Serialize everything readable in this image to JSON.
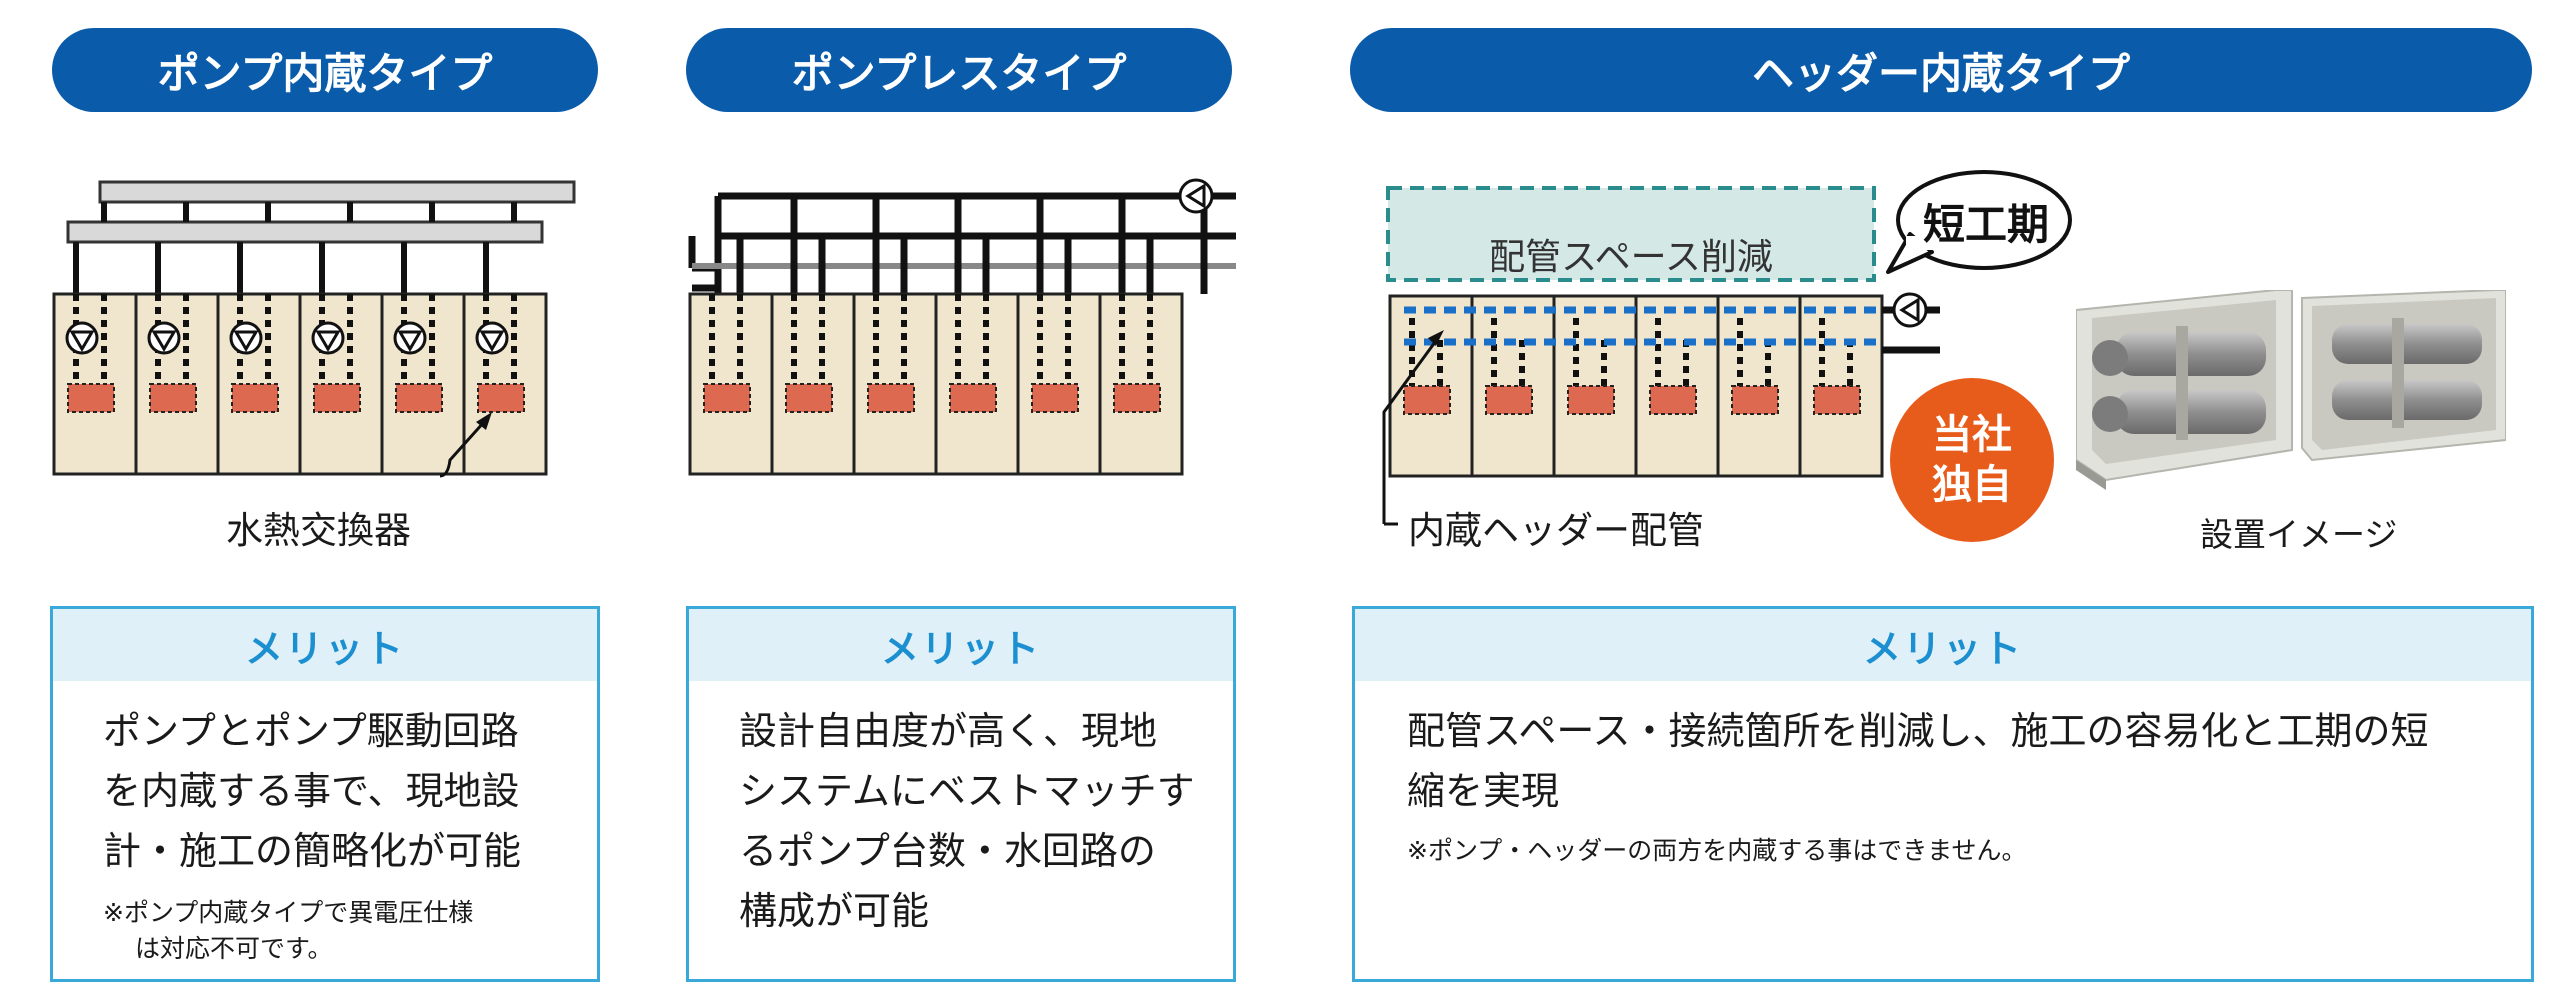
{
  "types": [
    {
      "title": "ポンプ内蔵タイプ",
      "diagram_label": "水熱交換器",
      "merit_heading": "メリット",
      "merit_lines": [
        "ポンプとポンプ駆動回路",
        "を内蔵する事で、現地設",
        "計・施工の簡略化が可能"
      ],
      "note_lines": [
        "※ポンプ内蔵タイプで異電圧仕様",
        "は対応不可です。"
      ]
    },
    {
      "title": "ポンプレスタイプ",
      "merit_heading": "メリット",
      "merit_lines": [
        "設計自由度が高く、現地",
        "システムにベストマッチす",
        "るポンプ台数・水回路の",
        "構成が可能"
      ]
    },
    {
      "title": "ヘッダー内蔵タイプ",
      "diagram_label": "内蔵ヘッダー配管",
      "space_label": "配管スペース削減",
      "bubble_label": "短工期",
      "badge_lines": [
        "当社",
        "独自"
      ],
      "photo_caption": "設置イメージ",
      "merit_heading": "メリット",
      "merit_lines": [
        "配管スペース・接続箇所を削減し、施工の容易化と工期の短",
        "縮を実現"
      ],
      "note_lines": [
        "※ポンプ・ヘッダーの両方を内蔵する事はできません。"
      ]
    }
  ],
  "colors": {
    "header_blue": "#0a5cab",
    "merit_border": "#38a9d8",
    "merit_head_bg": "#dff0f9",
    "unit_fill": "#efe6cd",
    "hx_red": "#dd6a50",
    "badge_orange": "#e85c1b",
    "teal_dash": "#2a8c8c",
    "blue_dash": "#1a6fc9"
  }
}
